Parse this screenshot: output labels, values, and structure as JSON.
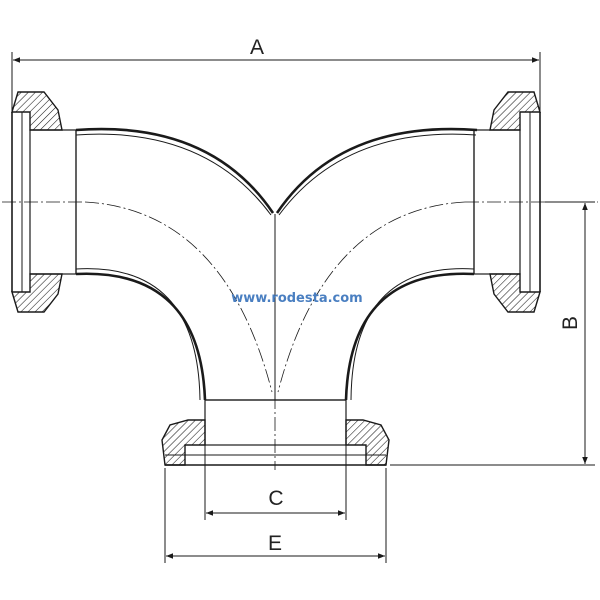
{
  "drawing": {
    "dimensions": {
      "a": "A",
      "b": "B",
      "c": "C",
      "e": "E"
    },
    "watermark": "www.rodesta.com"
  },
  "colors": {
    "line": "#1a1a1a",
    "watermark": "#4a7fc1",
    "background": "#ffffff"
  }
}
